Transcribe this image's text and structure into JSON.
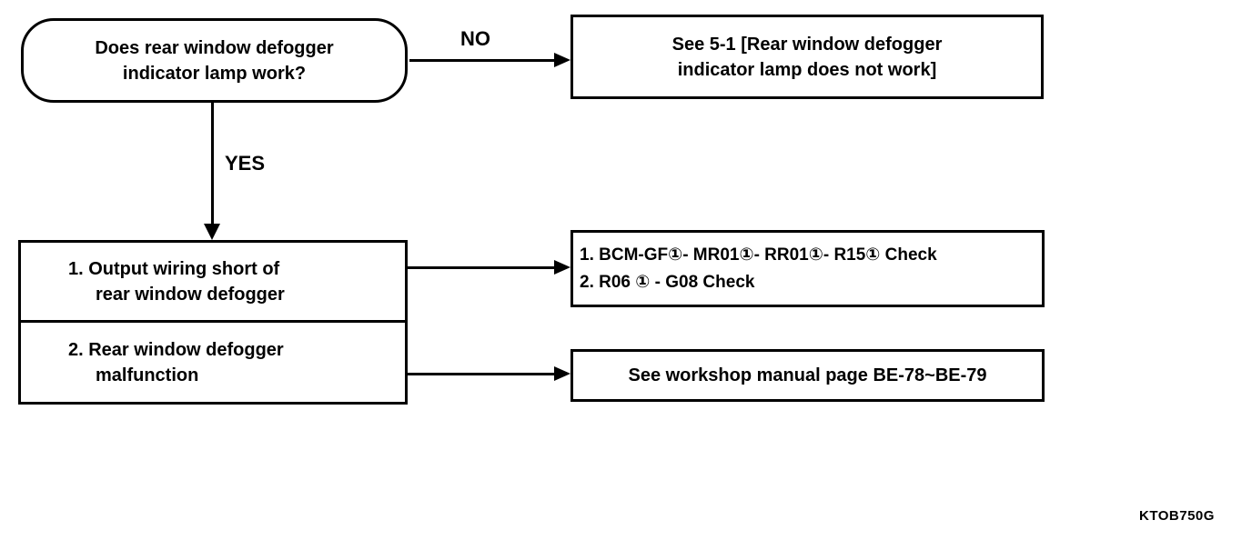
{
  "flowchart": {
    "decision": {
      "line1": "Does rear window defogger",
      "line2": "indicator lamp work?"
    },
    "branch_no": {
      "label": "NO"
    },
    "branch_yes": {
      "label": "YES"
    },
    "no_result": {
      "line1": "See 5-1 [Rear window defogger",
      "line2": "indicator lamp does not work]"
    },
    "causes": {
      "cause1": {
        "line1": "1. Output wiring short of",
        "line2": "rear window defogger"
      },
      "cause2": {
        "line1": "2. Rear window defogger",
        "line2": "malfunction"
      }
    },
    "action_check": {
      "line1": "1. BCM-GF①- MR01①- RR01①- R15① Check",
      "line2": "2. R06 ① - G08 Check"
    },
    "action_manual": {
      "text": "See workshop manual page BE-78~BE-79"
    }
  },
  "figure_code": "KTOB750G",
  "colors": {
    "ink": "#000000",
    "paper": "#ffffff"
  }
}
